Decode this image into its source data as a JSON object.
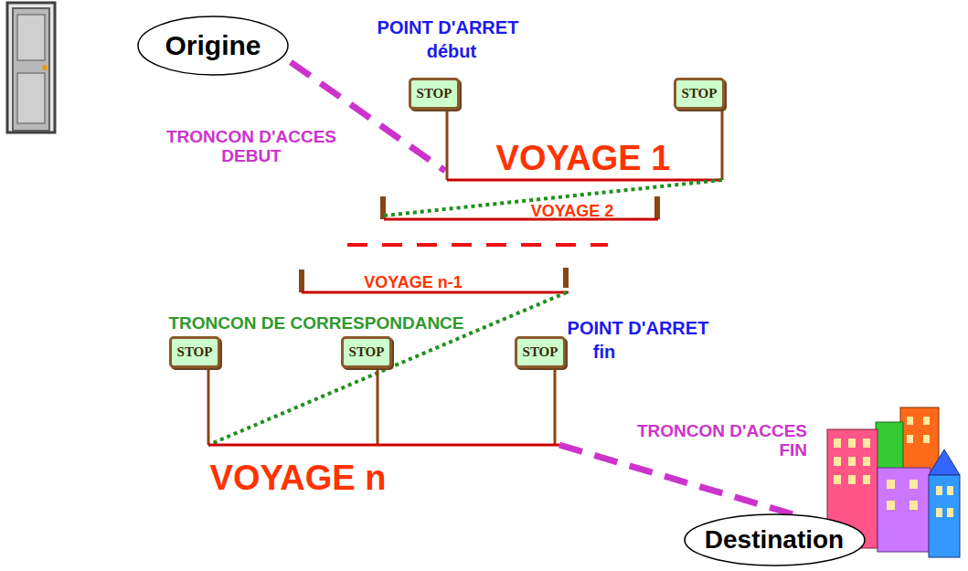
{
  "diagram": {
    "nodes": [
      {
        "text": [
          "Origine"
        ]
      },
      {
        "text": [
          "STOP"
        ]
      },
      {
        "text": [
          "STOP"
        ]
      },
      {
        "text": [
          "STOP"
        ]
      },
      {
        "text": [
          "STOP"
        ]
      },
      {
        "text": [
          "STOP"
        ]
      },
      {
        "text": [
          "Destination"
        ]
      }
    ],
    "labels": [
      "POINT D'ARRET",
      "début",
      "TRONCON D'ACCES DEBUT",
      "VOYAGE 1",
      "VOYAGE 2",
      "VOYAGE n-1",
      "TRONCON DE CORRESPONDANCE",
      "POINT D'ARRET",
      "fin",
      "TRONCON D'ACCES FIN",
      "VOYAGE n"
    ]
  }
}
